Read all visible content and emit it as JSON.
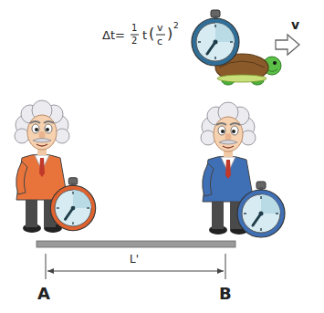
{
  "diagram": {
    "labels": [
      "Δt=",
      "1",
      "2",
      "t",
      "(",
      "v",
      "c",
      ")",
      "2",
      "v",
      "L'",
      "A",
      "B"
    ]
  }
}
